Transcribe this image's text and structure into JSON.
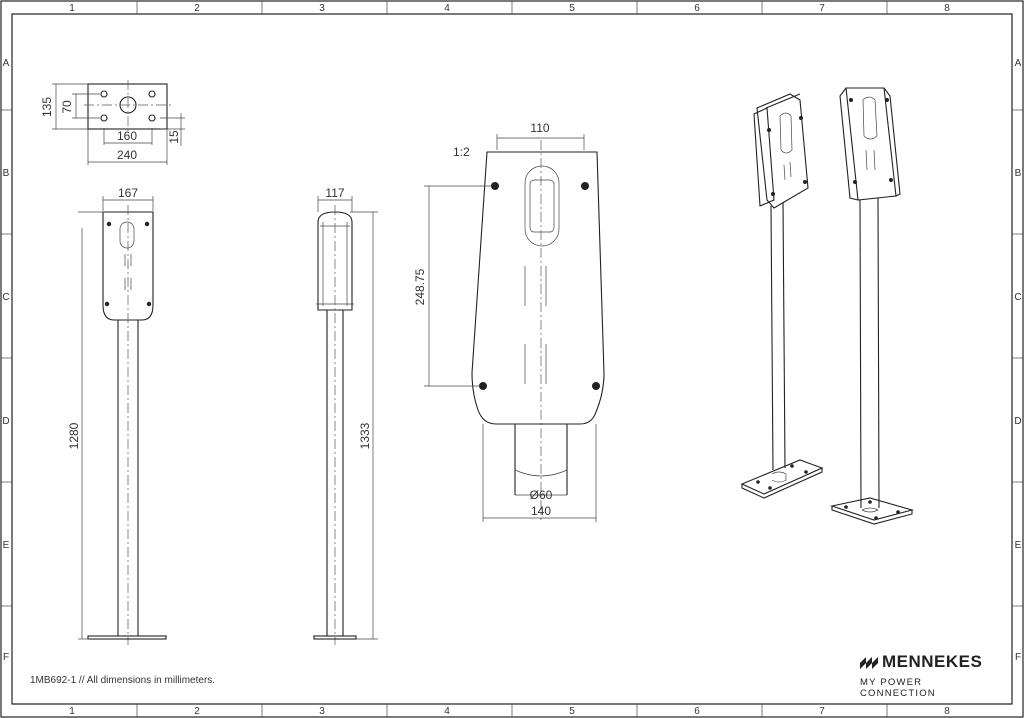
{
  "grid": {
    "columns": [
      "1",
      "2",
      "3",
      "4",
      "5",
      "6",
      "7",
      "8"
    ],
    "rows": [
      "A",
      "B",
      "C",
      "D",
      "E",
      "F"
    ]
  },
  "baseplate_view": {
    "dims": {
      "height_outer": "135",
      "height_inner": "70",
      "width_inner": "160",
      "width_outer": "240",
      "edge": "15"
    }
  },
  "front_view": {
    "dims": {
      "top_width": "167",
      "height": "1280"
    }
  },
  "side_view": {
    "dims": {
      "top_width": "117",
      "height": "1333"
    }
  },
  "detail_view": {
    "scale": "1:2",
    "dims": {
      "top": "110",
      "vertical": "248.75",
      "pipe": "Ø60",
      "bottom": "140"
    }
  },
  "footnote": "1MB692-1 // All dimensions in millimeters.",
  "brand": {
    "name": "MENNEKES",
    "tagline": "MY POWER CONNECTION"
  }
}
